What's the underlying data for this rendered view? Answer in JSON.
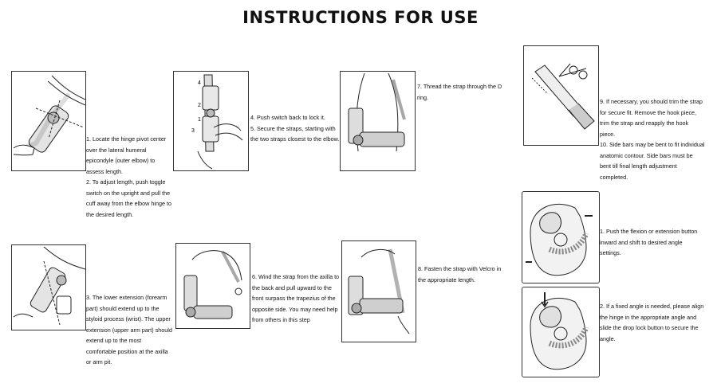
{
  "title": "INSTRUCTIONS FOR USE",
  "steps": {
    "s1": "1. Locate the hinge pivot center over the lateral humeral epicondyle (outer elbow) to assess length.",
    "s2": "2. To adjust length, push toggle switch on the upright and pull the cuff away from the elbow hinge to the desired length.",
    "s3": "3. The lower extension (forearm part) should extend up to the styloid process (wrist). The upper extension (upper arm part) should extend up to the most comfortable position at the axilla or arm pit.",
    "s4": "4. Push switch back to lock it.",
    "s5": "5. Secure the straps, starting with the two straps closest to the elbow.",
    "s6": "6. Wind the strap from the axilla to the back and pull upward to the front surpass the trapezius of the opposite side. You may need help from others in this step",
    "s7": "7. Thread the strap through the D ring.",
    "s8": "8. Fasten the strap with Velcro in the appropriate length.",
    "s9": "9. If necessary, you should trim the strap for secure fit. Remove the hook piece, trim the strap and reapply the hook piece.",
    "s10": "10. Side bars may be bent to fit individual anatomic contour. Side bars must be bent till final length adjustment completed.",
    "h1": "1. Push the flexion or extension button inward and shift to desired angle settings.",
    "h2": "2. If a fixed angle is needed, please align the hinge in the appropriate angle and slide the drop lock button to secure the angle."
  },
  "labels": {
    "n4": "4",
    "n2": "2",
    "n1": "1",
    "n3": "3"
  }
}
